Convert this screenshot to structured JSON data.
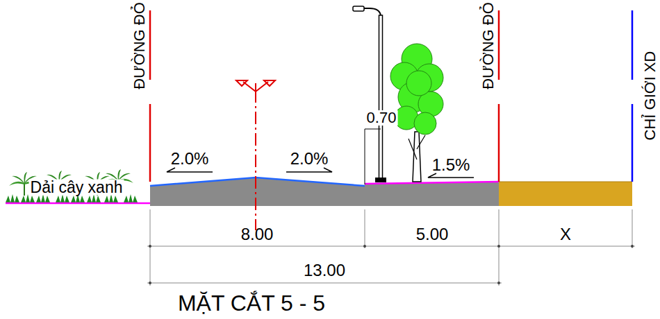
{
  "diagram": {
    "title": "MẶT CẮT 5 - 5",
    "labels": [
      "ĐƯỜNG ĐỎ",
      "ĐƯỜNG ĐỎ",
      "CHỈ GIỚI XD",
      "0.70",
      "2.0%",
      "2.0%",
      "1.5%",
      "Dải cây xanh",
      "8.00",
      "5.00",
      "X",
      "13.00"
    ]
  }
}
